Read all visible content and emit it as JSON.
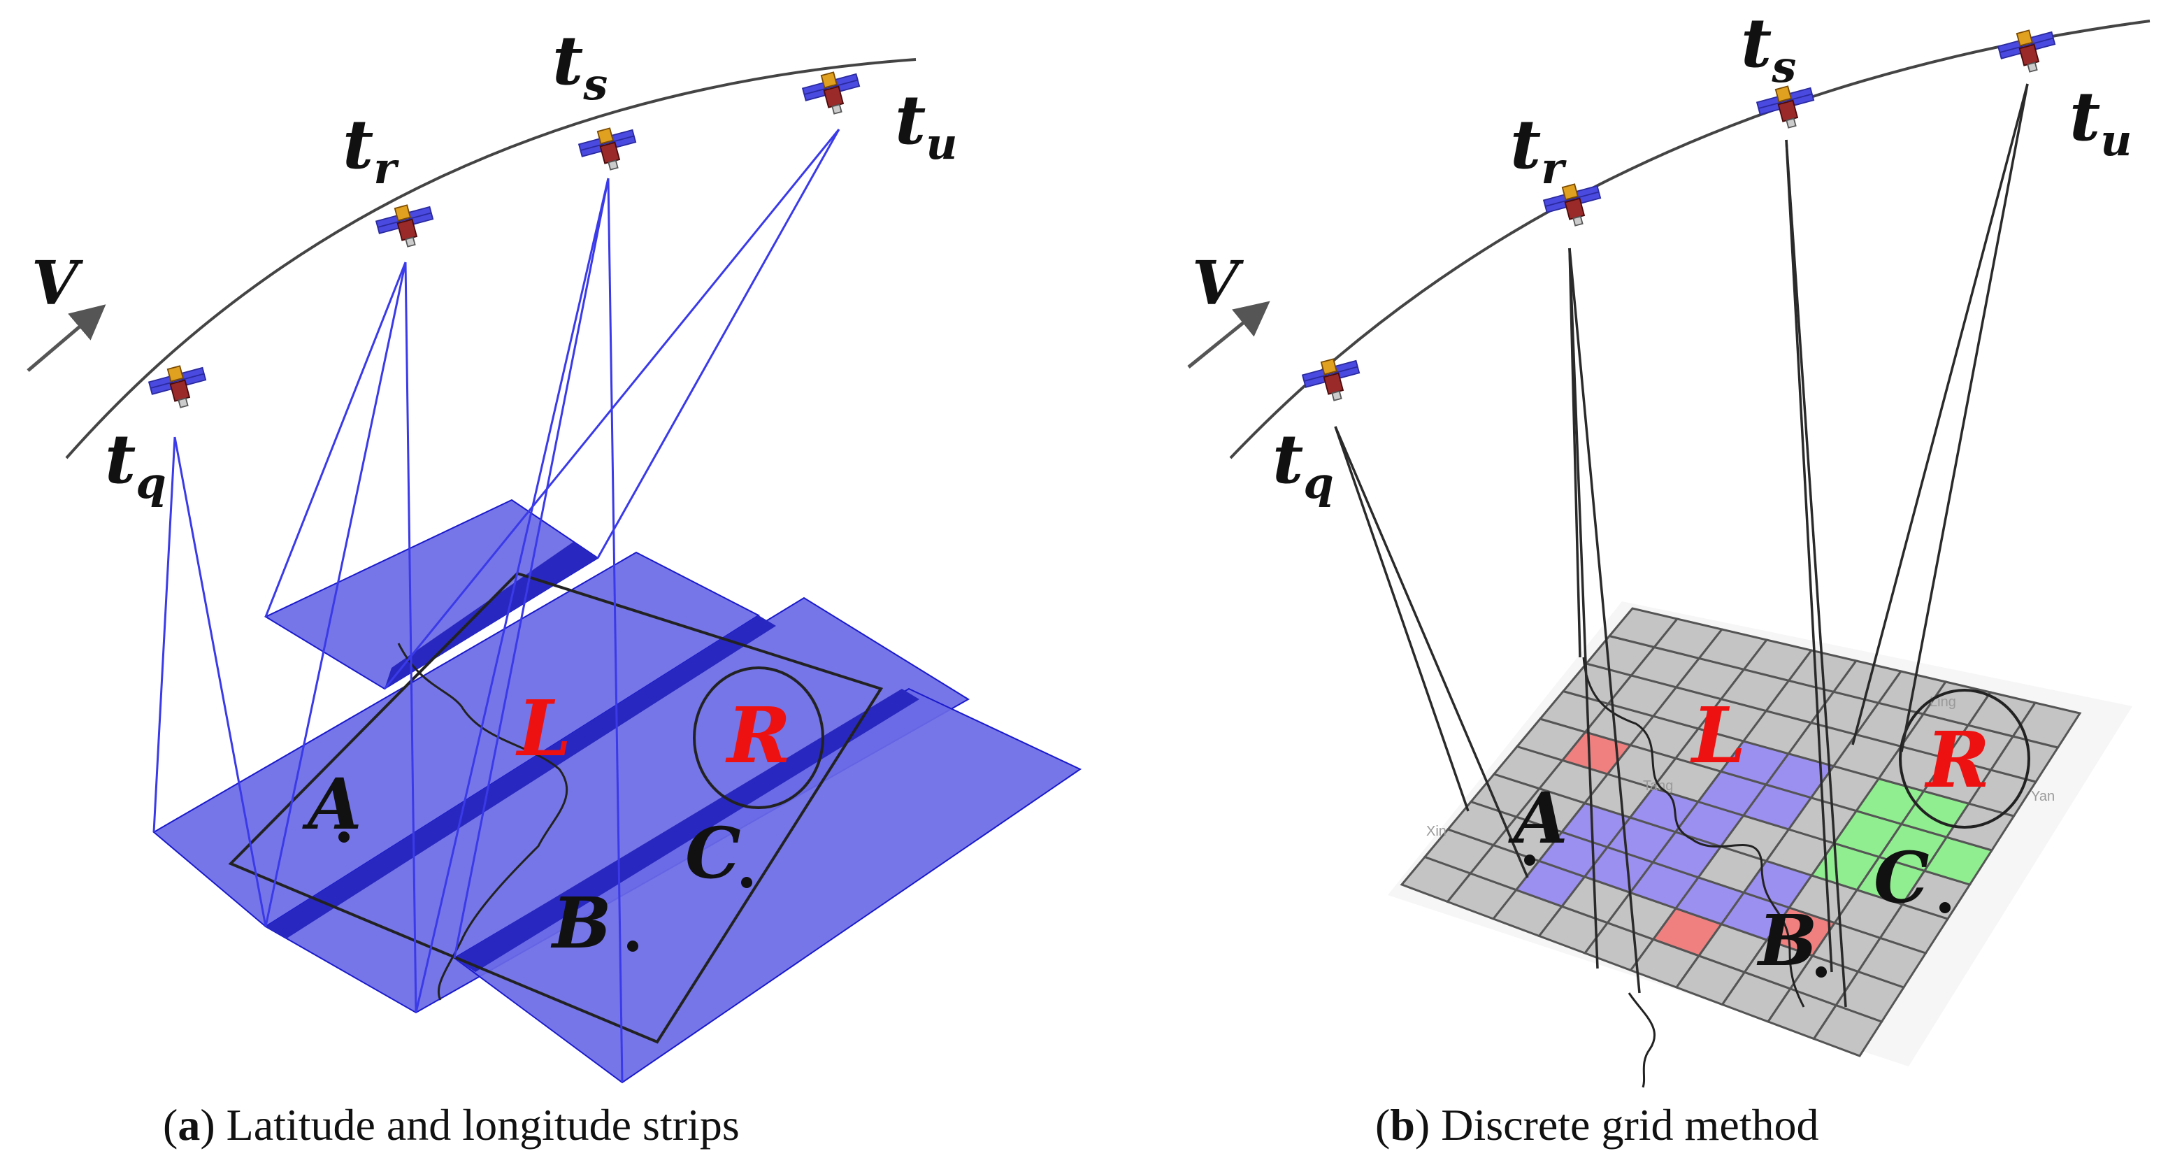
{
  "panel_a": {
    "velocity_label": "V",
    "times": [
      {
        "base": "t",
        "sub": "q"
      },
      {
        "base": "t",
        "sub": "r"
      },
      {
        "base": "t",
        "sub": "s"
      },
      {
        "base": "t",
        "sub": "u"
      }
    ],
    "regions": {
      "l": "L",
      "r": "R"
    },
    "points": {
      "a": "A",
      "b": "B",
      "c": "C"
    },
    "caption": {
      "letter": "a",
      "text": "Latitude and longitude strips"
    }
  },
  "panel_b": {
    "velocity_label": "V",
    "times": [
      {
        "base": "t",
        "sub": "q"
      },
      {
        "base": "t",
        "sub": "r"
      },
      {
        "base": "t",
        "sub": "s"
      },
      {
        "base": "t",
        "sub": "u"
      }
    ],
    "regions": {
      "l": "L",
      "r": "R"
    },
    "points": {
      "a": "A",
      "b": "B",
      "c": "C"
    },
    "map_labels": [
      "Xin",
      "Tang",
      "Ling",
      "Yan"
    ],
    "caption": {
      "letter": "b",
      "text": "Discrete grid method"
    }
  },
  "colors": {
    "strip_fill": "#6a6ae6",
    "strip_edge": "#1a1acc",
    "ray_a": "#3a3ae8",
    "ray_b": "#2a2a2a",
    "grid_gray": "#c4c4c4",
    "grid_purple": "#9b8ff0",
    "grid_green": "#90ee90",
    "grid_red": "#f08080",
    "region_label": "#ee1111"
  },
  "icons": [
    "satellite-icon",
    "velocity-arrow-icon"
  ]
}
